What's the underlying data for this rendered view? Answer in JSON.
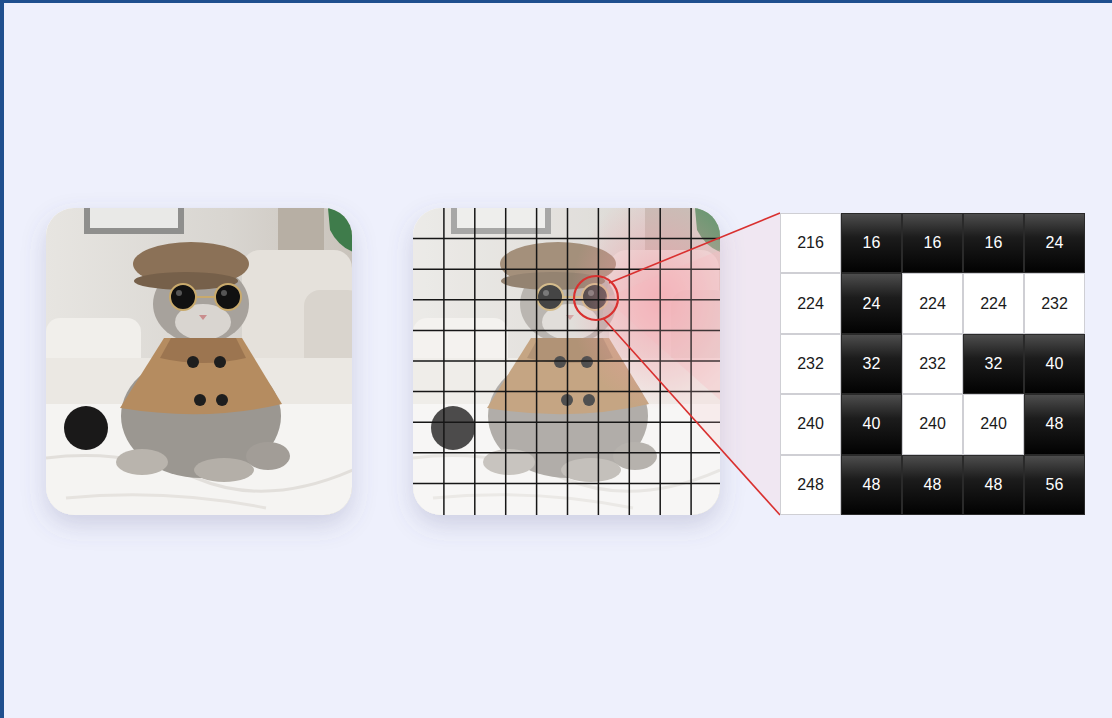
{
  "diagram": {
    "labels": [
      "216",
      "16",
      "16",
      "16",
      "24",
      "224",
      "24",
      "224",
      "224",
      "232",
      "232",
      "32",
      "232",
      "32",
      "40",
      "240",
      "40",
      "240",
      "240",
      "48",
      "248",
      "48",
      "48",
      "48",
      "56"
    ]
  }
}
